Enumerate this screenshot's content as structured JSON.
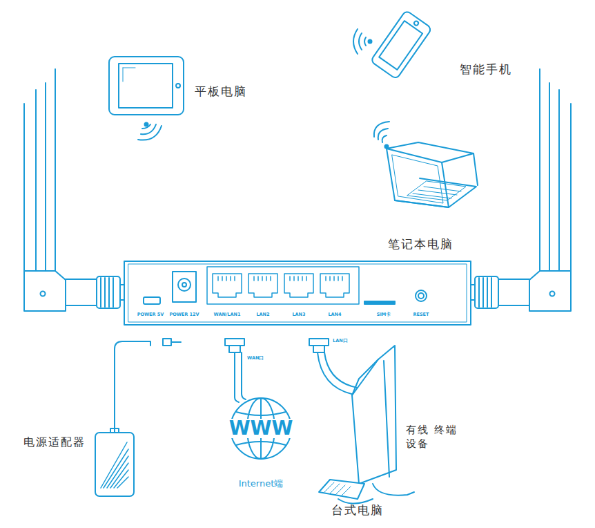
{
  "diagram": {
    "labels": [
      "平板电脑",
      "智能手机",
      "笔记本电脑",
      "POWER 5V",
      "POWER 12V",
      "WAN/LAN1",
      "LAN2",
      "LAN3",
      "LAN4",
      "SIM卡",
      "RESET",
      "WAN口",
      "LAN口",
      "WWW",
      "Internet端",
      "电源适配器",
      "有线 终端设备",
      "台式电脑"
    ]
  }
}
